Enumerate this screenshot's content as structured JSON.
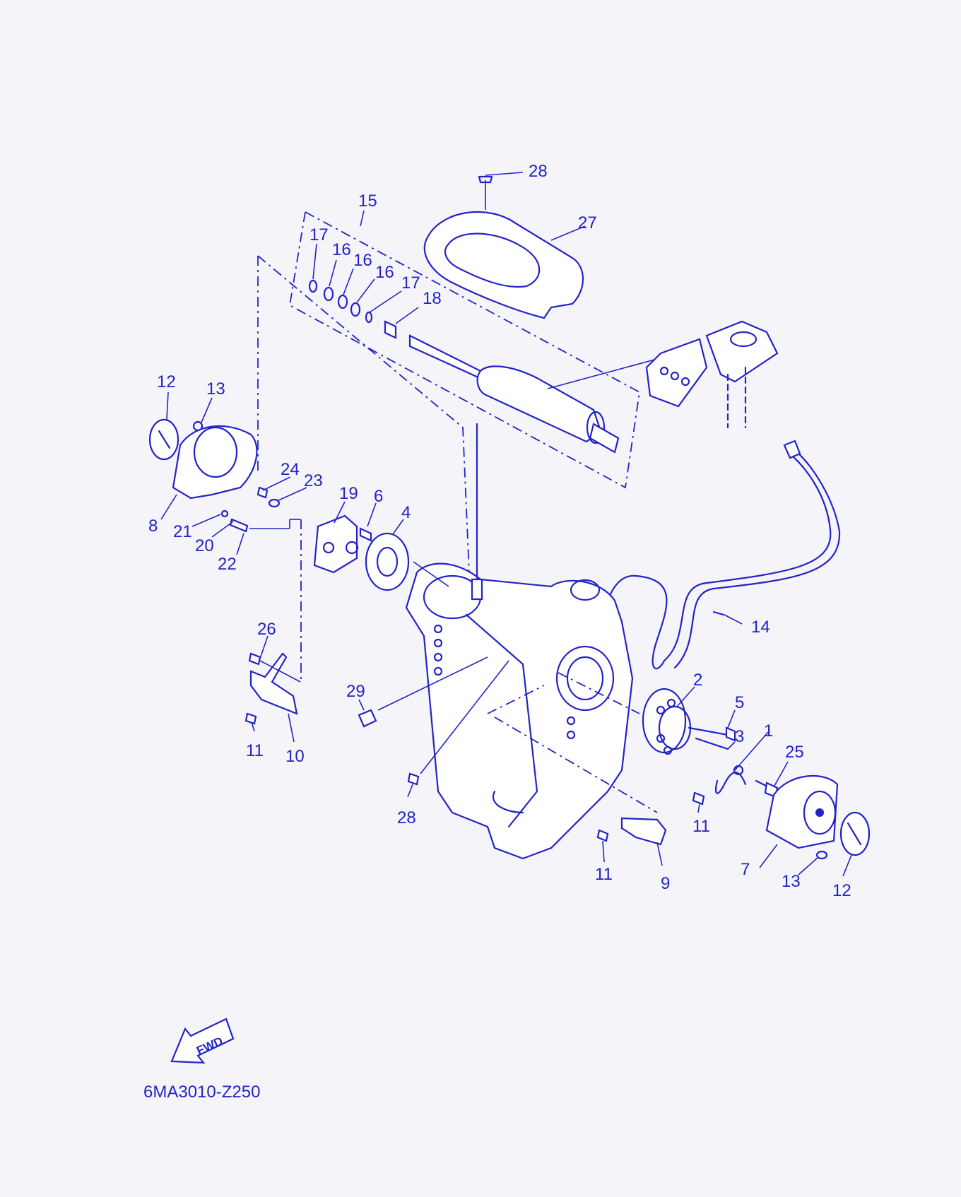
{
  "callouts": {
    "c1": "1",
    "c2": "2",
    "c3": "3",
    "c4": "4",
    "c5": "5",
    "c6": "6",
    "c7": "7",
    "c8": "8",
    "c9": "9",
    "c10": "10",
    "c11a": "11",
    "c11b": "11",
    "c11c": "11",
    "c12a": "12",
    "c12b": "12",
    "c13a": "13",
    "c13b": "13",
    "c14": "14",
    "c15": "15",
    "c16a": "16",
    "c16b": "16",
    "c16c": "16",
    "c17a": "17",
    "c17b": "17",
    "c18": "18",
    "c19": "19",
    "c20": "20",
    "c21": "21",
    "c22": "22",
    "c23": "23",
    "c24": "24",
    "c25": "25",
    "c26": "26",
    "c27": "27",
    "c28a": "28",
    "c28b": "28",
    "c29": "29"
  },
  "direction_badge": "FWD",
  "diagram_code": "6MA3010-Z250",
  "colors": {
    "ink": "#2323c8",
    "paper": "#f4f4f9"
  }
}
